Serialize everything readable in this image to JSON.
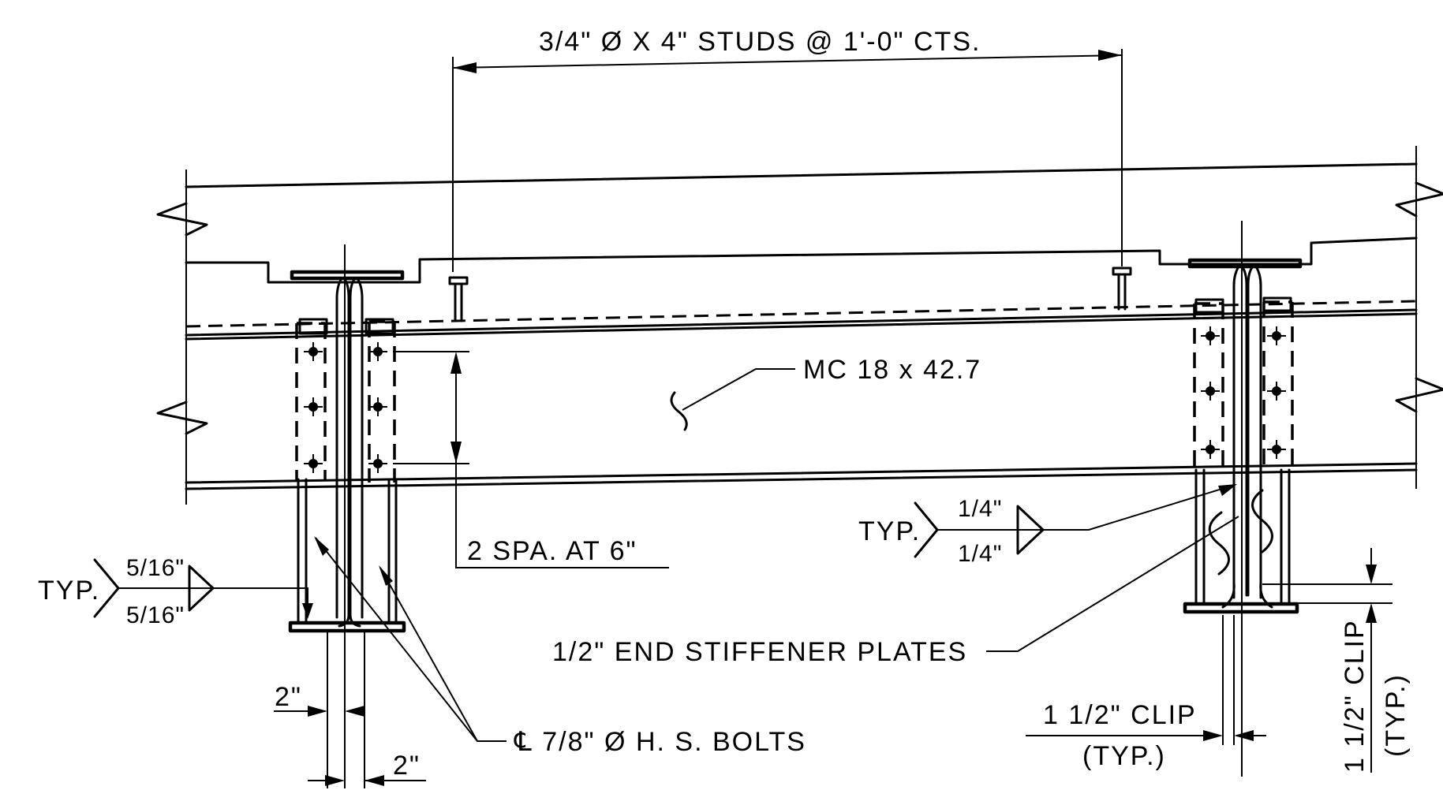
{
  "labels": {
    "studs": "3/4\" Ø X 4\" STUDS @ 1'-0\" CTS.",
    "channel": "MC 18 x 42.7",
    "spacing": "2 SPA. AT 6\"",
    "weld_left_typ": "TYP.",
    "weld_left_top": "5/16\"",
    "weld_left_bottom": "5/16\"",
    "weld_right_typ": "TYP.",
    "weld_right_top": "1/4\"",
    "weld_right_bottom": "1/4\"",
    "stiffener": "1/2\" END STIFFENER PLATES",
    "bolts": "℄ 7/8\" Ø H. S. BOLTS",
    "edge_dim_upper": "2\"",
    "edge_dim_lower": "2\"",
    "clip_horizontal": "1 1/2\" CLIP",
    "clip_horizontal_typ": "(TYP.)",
    "clip_vertical": "1 1/2\" CLIP",
    "clip_vertical_typ": "(TYP.)"
  }
}
